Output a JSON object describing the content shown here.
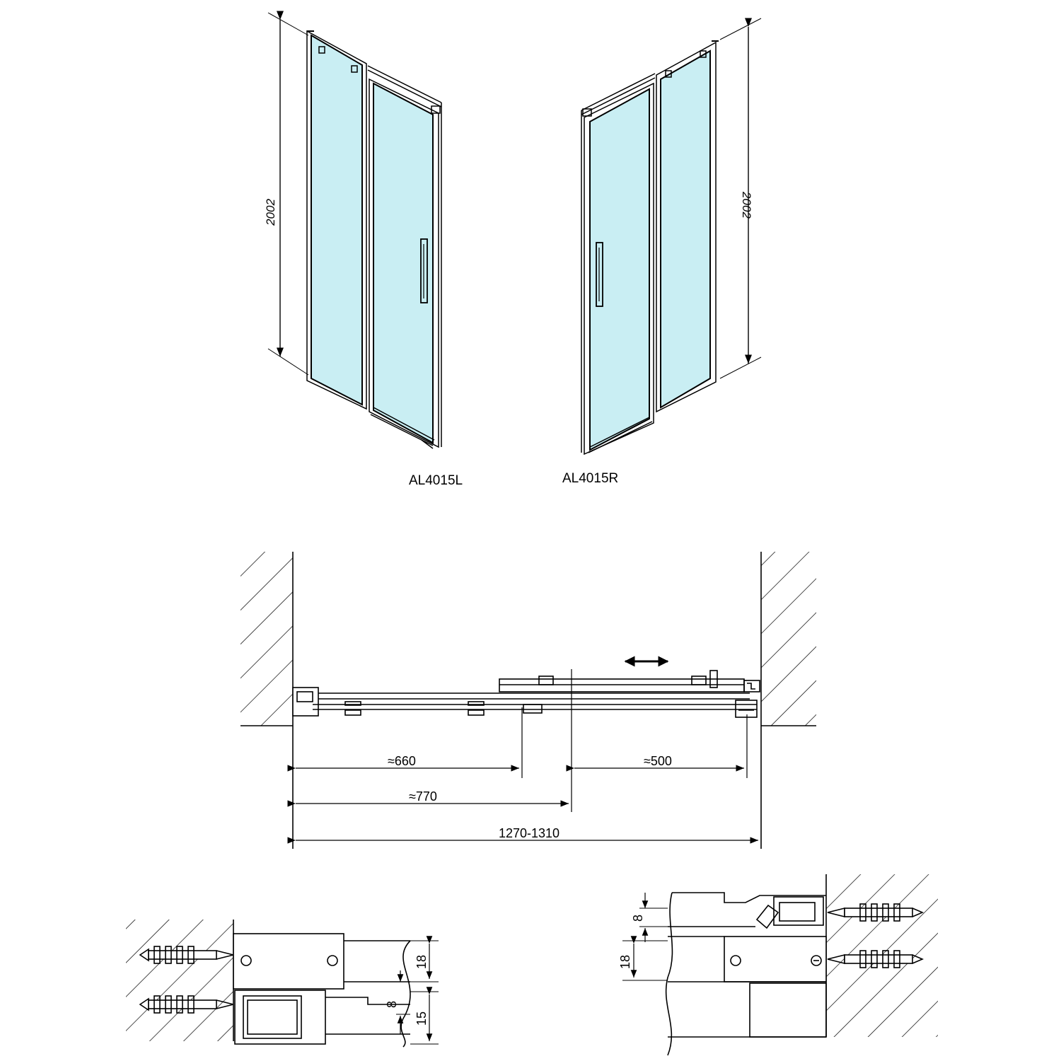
{
  "elevations": {
    "left_model": "AL4015L",
    "right_model": "AL4015R",
    "height_left": "2002",
    "height_right": "2002"
  },
  "plan": {
    "dim_660": "≈660",
    "dim_500": "≈500",
    "dim_770": "≈770",
    "dim_total": "1270-1310"
  },
  "details": {
    "left_dim_18": "18",
    "left_dim_8": "8",
    "left_dim_15": "15",
    "right_dim_8": "8",
    "right_dim_18": "18"
  },
  "colors": {
    "glass": "#c9eef3",
    "line": "#000000"
  }
}
